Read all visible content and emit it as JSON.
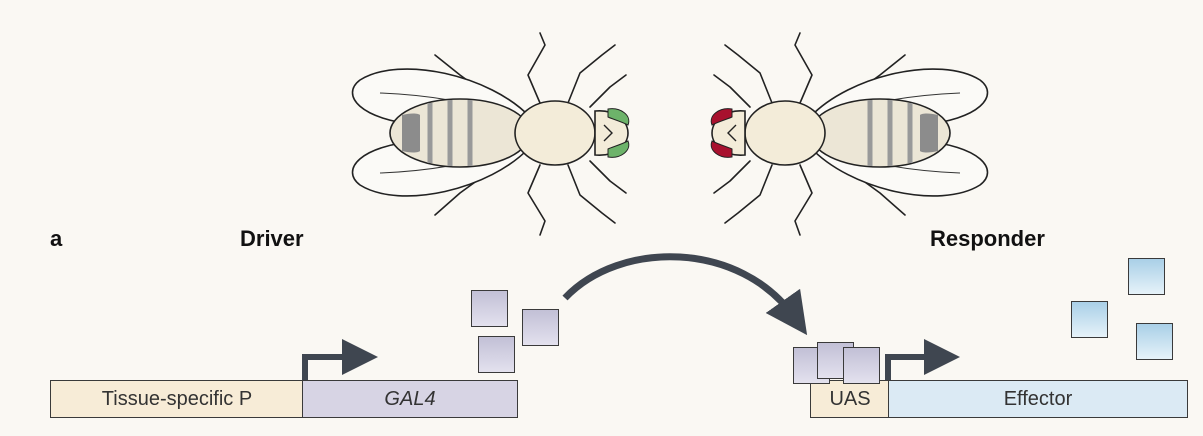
{
  "panel_label": "a",
  "driver": {
    "heading": "Driver",
    "promoter_label": "Tissue-specific P",
    "gene_label": "GAL4"
  },
  "responder": {
    "heading": "Responder",
    "uas_label": "UAS",
    "effector_label": "Effector"
  },
  "colors": {
    "promoter_fill": "#f7ecd7",
    "gal4_fill": "#d7d4e4",
    "effector_fill": "#dbeaf4",
    "arrow": "#3f4650",
    "driver_fly_eye": "#6db36a",
    "responder_fly_eye": "#a8112e"
  },
  "icons": {
    "driver_fly": "fruit-fly-icon",
    "responder_fly": "fruit-fly-icon",
    "transcription_start": "bent-arrow-icon",
    "cross": "curved-arrow-icon"
  }
}
